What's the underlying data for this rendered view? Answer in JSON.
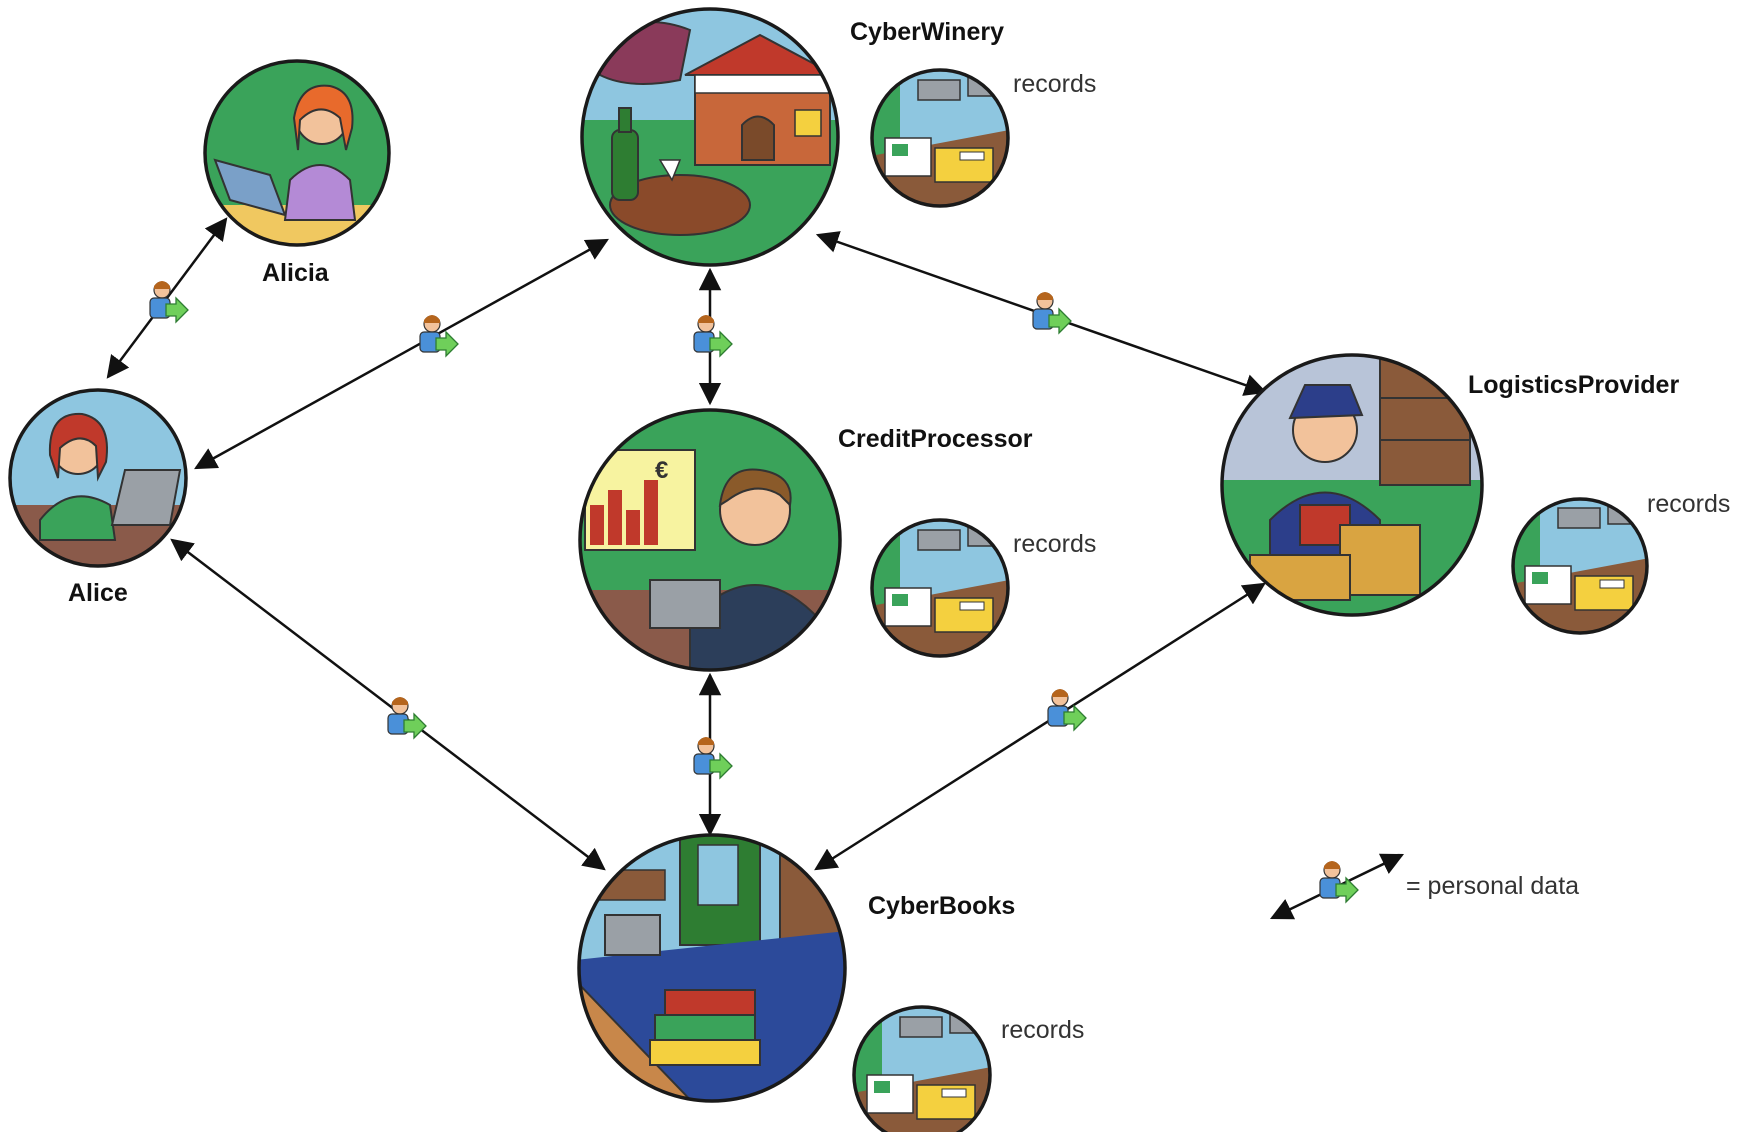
{
  "nodes": {
    "cyberwinery": {
      "label": "CyberWinery"
    },
    "alicia": {
      "label": "Alicia"
    },
    "alice": {
      "label": "Alice"
    },
    "creditprocessor": {
      "label": "CreditProcessor"
    },
    "logisticsprovider": {
      "label": "LogisticsProvider"
    },
    "cyberbooks": {
      "label": "CyberBooks"
    }
  },
  "records_label": "records",
  "legend": {
    "label": "= personal data"
  },
  "colors": {
    "green": "#3aa35a",
    "sky": "#8ec6e0",
    "brown": "#8a5a4a",
    "outline": "#1a1a1a",
    "arrow": "#111111"
  },
  "icons": {
    "personal_data": "person-with-green-arrow-icon",
    "records": "office-desk-records-icon"
  }
}
